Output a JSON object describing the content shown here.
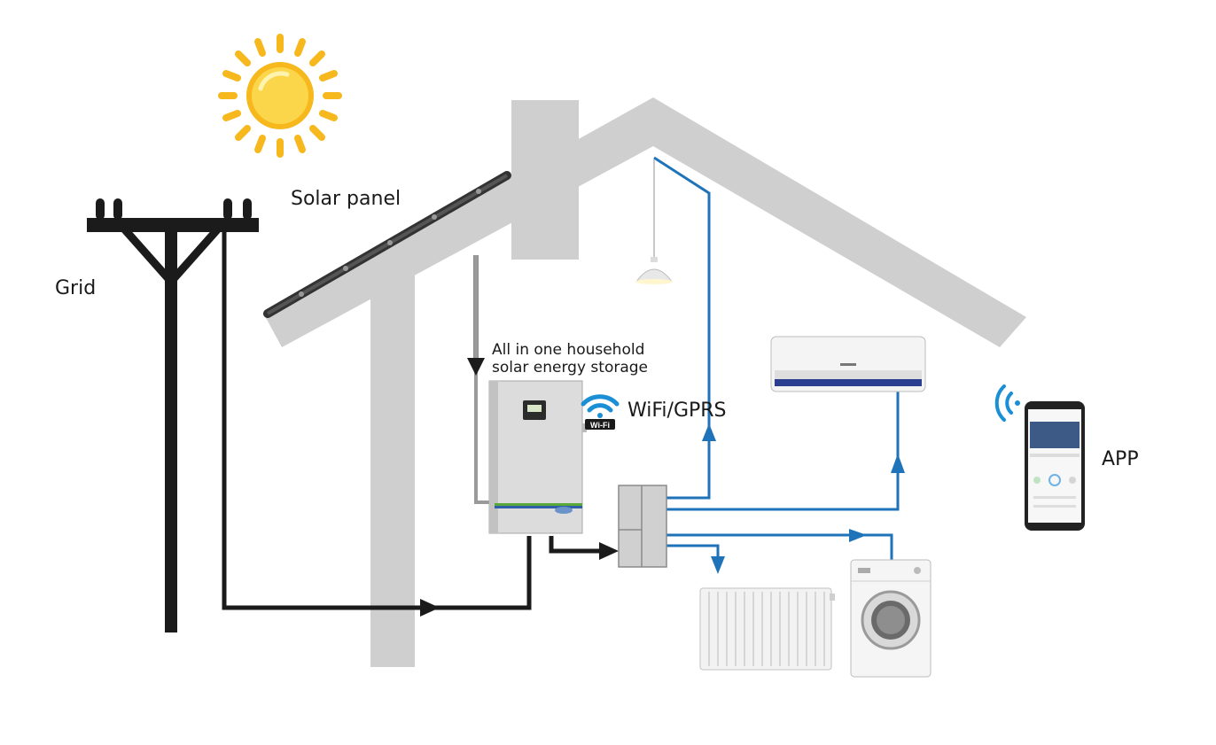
{
  "labels": {
    "solar_panel": "Solar panel",
    "grid": "Grid",
    "storage_line1": "All in one household",
    "storage_line2": "solar energy storage",
    "wifi_gprs": "WiFi/GPRS",
    "wifi_badge": "Wi-Fi",
    "app": "APP"
  },
  "colors": {
    "house": "#cfcfcf",
    "wire_dark": "#1b1b1b",
    "wire_blue": "#1f73b8",
    "sun": "#f6b81c",
    "wifi": "#1a8fd6"
  },
  "icons": [
    "sun-icon",
    "utility-pole-icon",
    "solar-panel-icon",
    "pendant-lamp-icon",
    "air-conditioner-icon",
    "inverter-icon",
    "wifi-icon",
    "distribution-box-icon",
    "radiator-icon",
    "washing-machine-icon",
    "smartphone-icon"
  ]
}
